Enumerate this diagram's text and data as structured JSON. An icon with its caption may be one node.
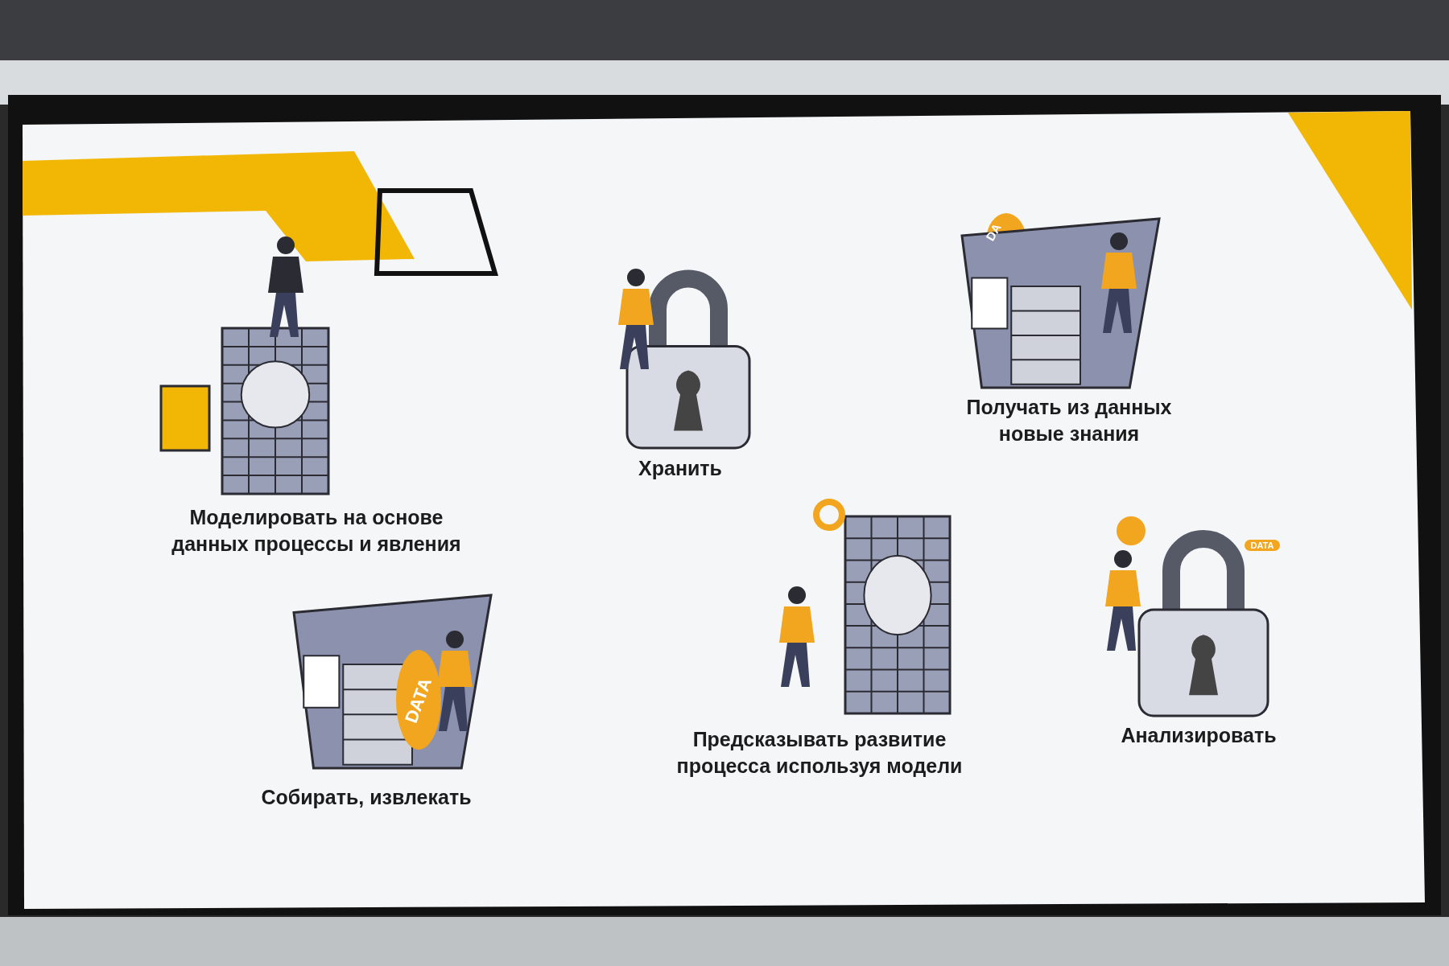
{
  "diagram": {
    "labels": [
      "DA",
      "Получать из данных новые знания",
      "Хранить",
      "Моделировать на основе данных процессы и явления",
      "DATA",
      "DATA",
      "Анализировать",
      "Предсказывать развитие процесса используя модели",
      "Собирать, извлекать"
    ]
  }
}
